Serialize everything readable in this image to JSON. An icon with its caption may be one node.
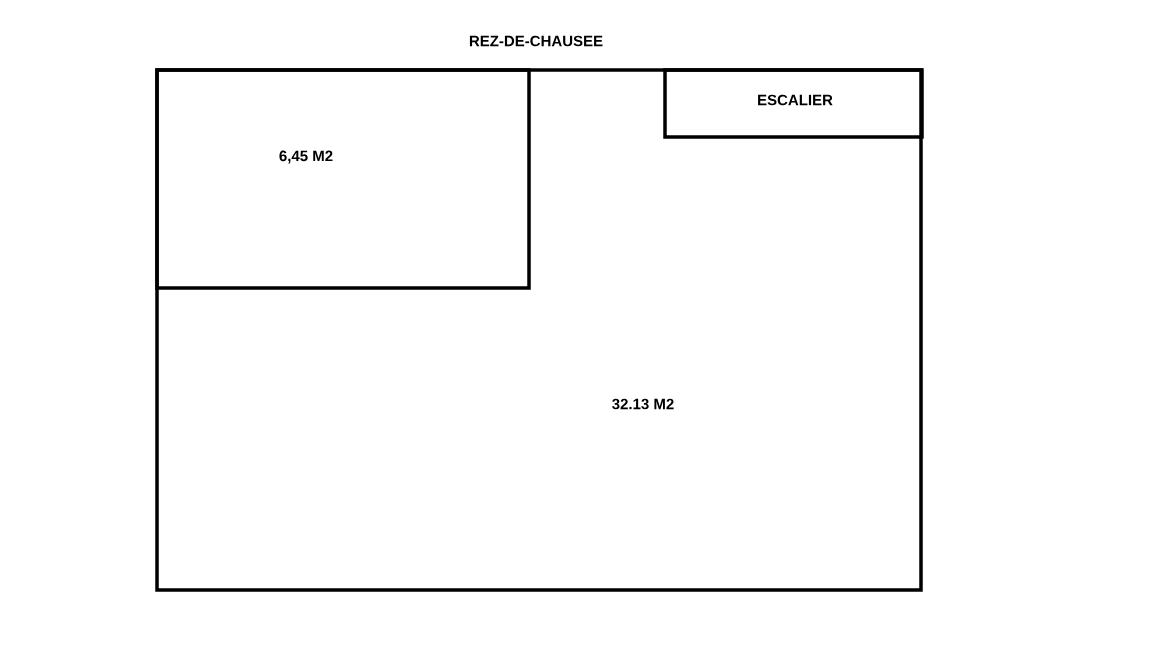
{
  "diagram": {
    "title": "REZ-DE-CHAUSEE",
    "nodes": [
      {
        "text": [
          "32.13 M2"
        ]
      },
      {
        "text": [
          "6,45 M2"
        ],
        "in": 0
      },
      {
        "text": [
          "ESCALIER"
        ],
        "in": 0
      }
    ]
  }
}
